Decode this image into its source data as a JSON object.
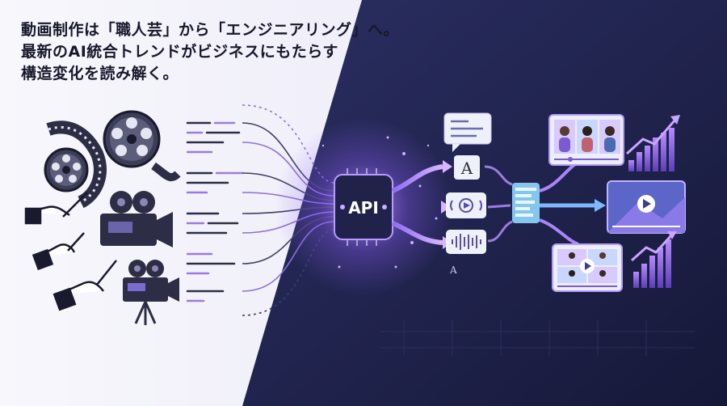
{
  "headline": {
    "line1": "動画制作は「職人芸」から「エンジニアリング」へ。",
    "line2": "最新のAI統合トレンドがビジネスにもたらす",
    "line3": "構造変化を読み解く。"
  },
  "api_chip": {
    "label": "API"
  },
  "text_card": {
    "glyph": "A"
  },
  "waveform_card": {
    "glyph": "A"
  },
  "colors": {
    "left_bg": "#f4f3fb",
    "right_bg": "#1b1e46",
    "accent_purple": "#9b5cf0",
    "accent_cyan": "#5fd0ff",
    "ink": "#1a1a2e"
  },
  "icons": [
    "film-reel-icon",
    "film-strip-icon",
    "movie-camera-icon",
    "hand-tool-icon",
    "api-chip-icon",
    "video-call-icon",
    "growth-chart-icon",
    "audio-wave-icon",
    "document-icon"
  ]
}
